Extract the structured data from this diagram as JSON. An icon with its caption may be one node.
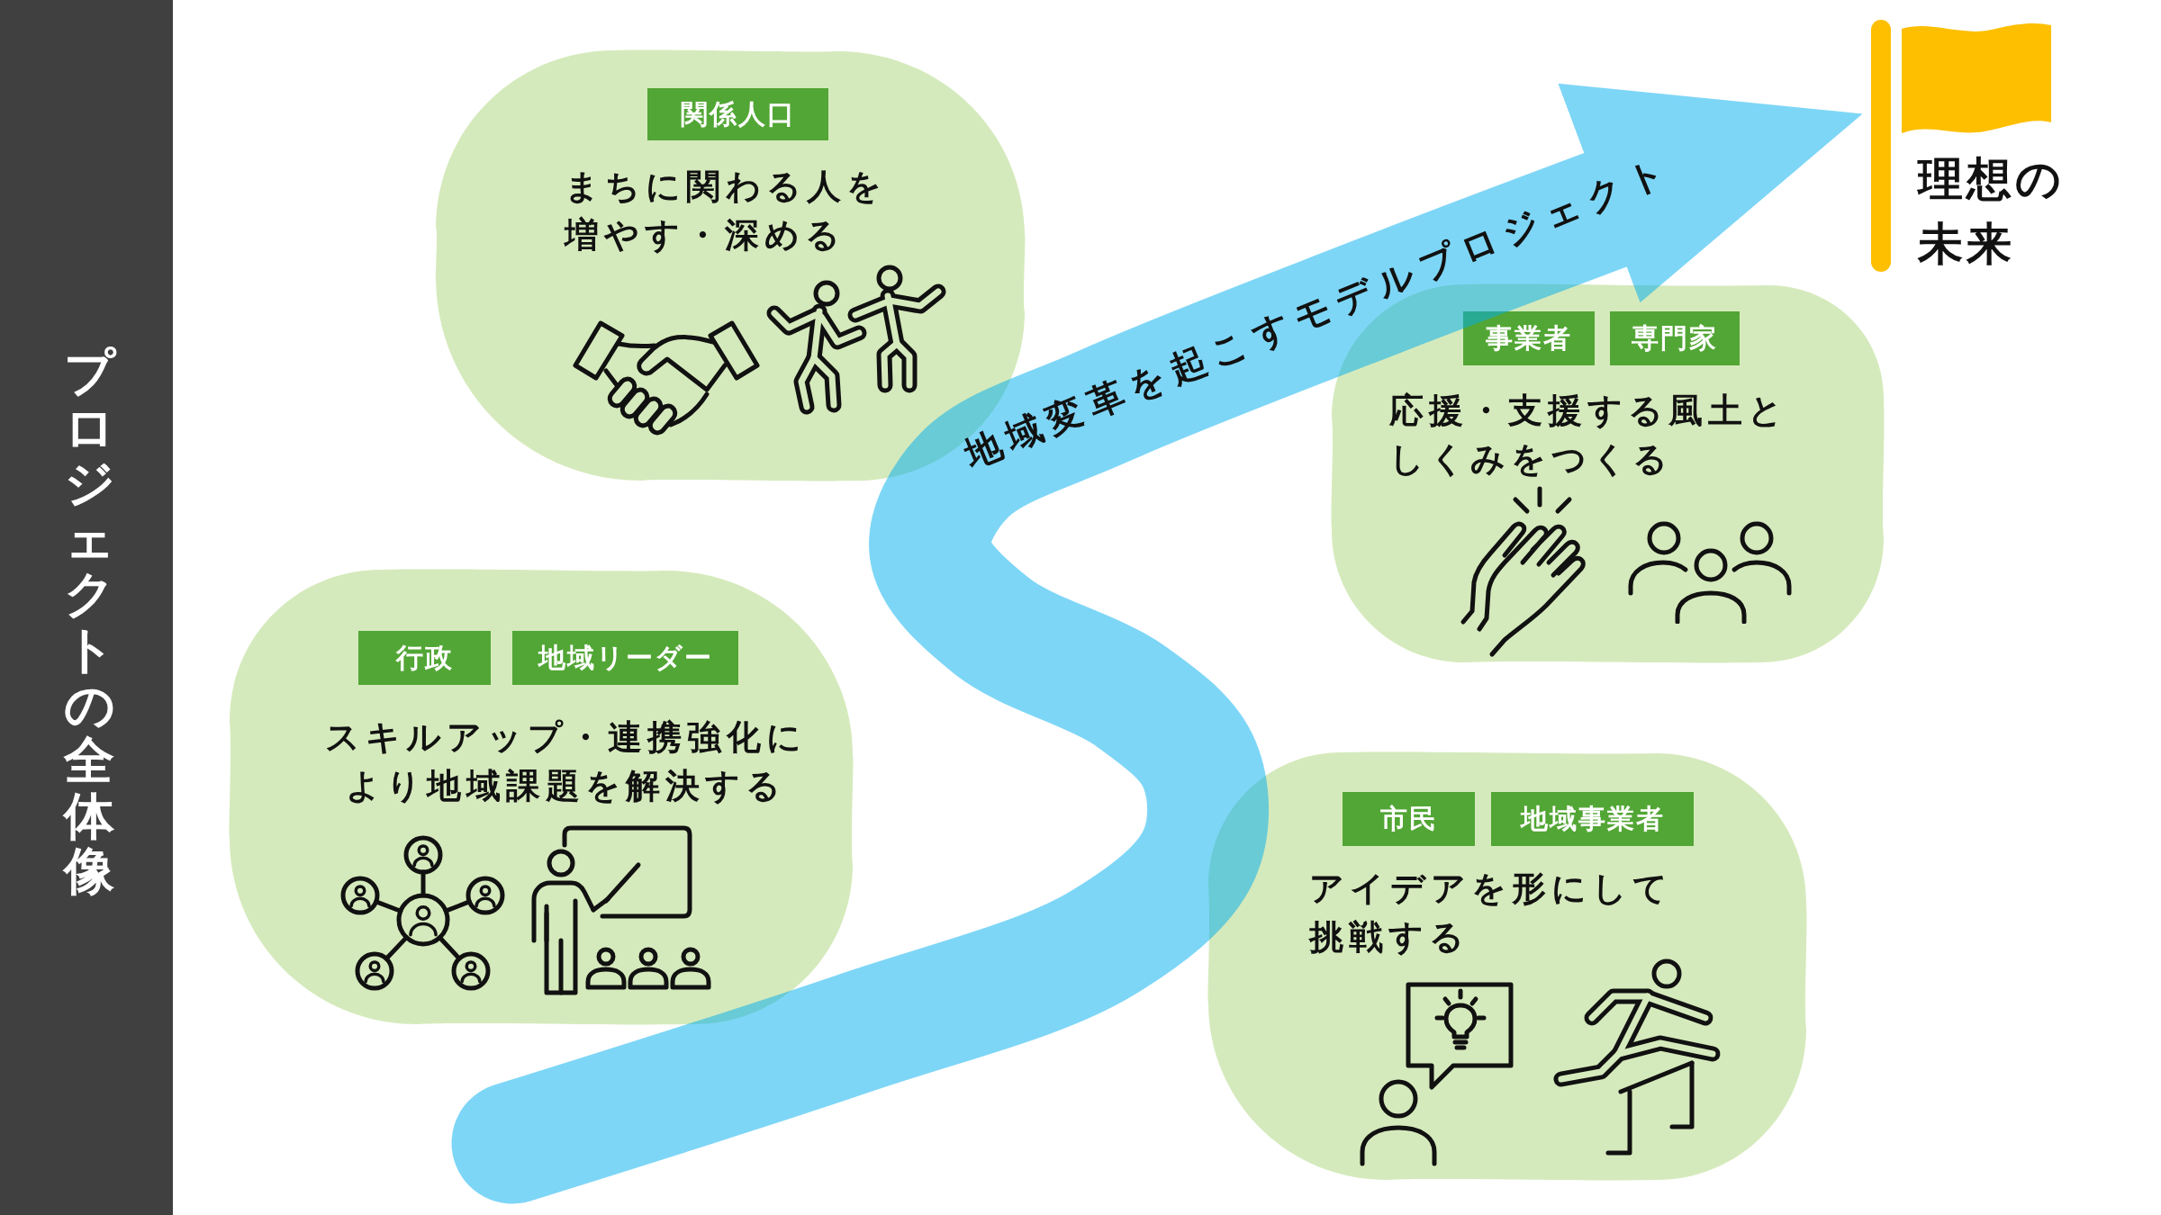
{
  "diagram": {
    "title": "プロジェクトの全体像",
    "nodes": [
      {
        "text": [
          "まちに関わる人を増やす・深める"
        ]
      },
      {
        "text": [
          "関係人口"
        ],
        "in": 0
      },
      {
        "text": [
          "理想の未来"
        ]
      },
      {
        "text": [
          "応援・支援する風土としくみをつくる"
        ]
      },
      {
        "text": [
          "事業者"
        ],
        "in": 3
      },
      {
        "text": [
          "専門家"
        ],
        "in": 3
      },
      {
        "text": [
          "スキルアップ・連携強化により地域課題を解決する"
        ]
      },
      {
        "text": [
          "行政"
        ],
        "in": 6
      },
      {
        "text": [
          "地域リーダー"
        ],
        "in": 6
      },
      {
        "text": [
          "アイデアを形にして挑戦する"
        ]
      },
      {
        "text": [
          "市民"
        ],
        "in": 9
      },
      {
        "text": [
          "地域事業者"
        ],
        "in": 9
      }
    ],
    "edges": [
      {
        "from": null,
        "to": 2,
        "arrow": "to",
        "label": "地域変革を起こすモデルプロジェクト"
      }
    ]
  }
}
